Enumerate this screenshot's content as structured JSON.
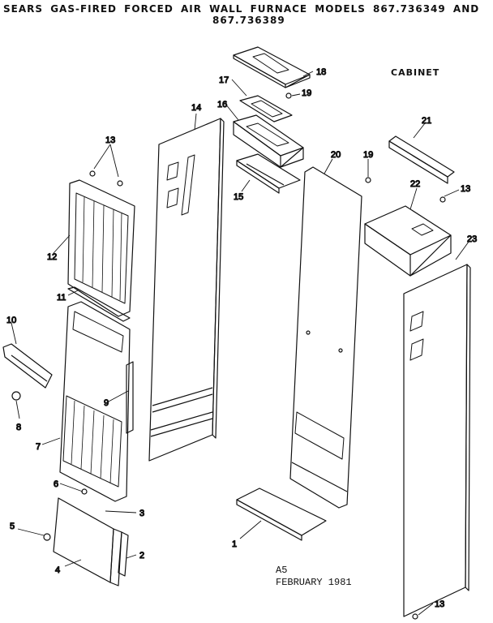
{
  "header": {
    "title_line1": "SEARS GAS-FIRED FORCED AIR WALL FURNACE MODELS 867.736349 AND",
    "title_line2": "867.736389"
  },
  "section_label": "CABINET",
  "footer": {
    "code": "A5",
    "date": "FEBRUARY 1981"
  },
  "part_numbers": {
    "p1": "1",
    "p2": "2",
    "p3": "3",
    "p4": "4",
    "p5": "5",
    "p6": "6",
    "p7": "7",
    "p8": "8",
    "p9": "9",
    "p10": "10",
    "p11": "11",
    "p12": "12",
    "p13": "13",
    "p14": "14",
    "p15": "15",
    "p16": "16",
    "p17": "17",
    "p18": "18",
    "p19": "19",
    "p20": "20",
    "p21": "21",
    "p22": "22",
    "p23": "23"
  }
}
